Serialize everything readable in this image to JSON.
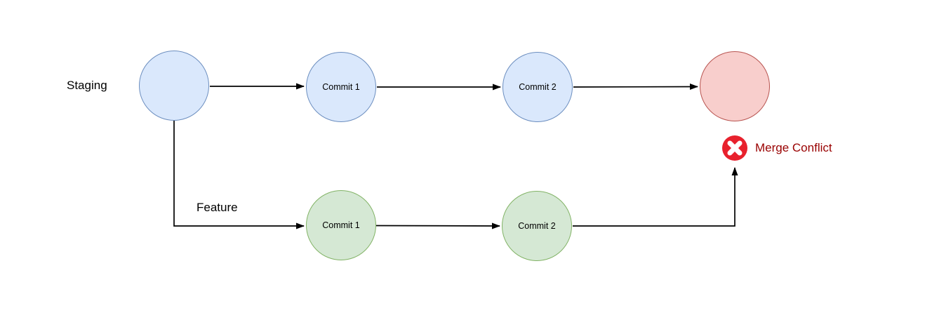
{
  "diagram": {
    "title_implicit": "Git branch merge conflict diagram",
    "branches": {
      "staging": {
        "label": "Staging",
        "nodes": [
          {
            "id": "staging-root",
            "label": ""
          },
          {
            "id": "staging-commit-1",
            "label": "Commit 1"
          },
          {
            "id": "staging-commit-2",
            "label": "Commit 2"
          },
          {
            "id": "merge-result",
            "label": ""
          }
        ]
      },
      "feature": {
        "label": "Feature",
        "nodes": [
          {
            "id": "feature-commit-1",
            "label": "Commit 1"
          },
          {
            "id": "feature-commit-2",
            "label": "Commit 2"
          }
        ]
      }
    },
    "annotation": {
      "icon": "error-cross-icon",
      "label": "Merge Conflict"
    },
    "colors": {
      "staging_node_fill": "#dae8fc",
      "staging_node_stroke": "#6c8ebf",
      "feature_node_fill": "#d5e8d4",
      "feature_node_stroke": "#82b366",
      "conflict_node_fill": "#f8cecc",
      "conflict_node_stroke": "#b85450",
      "error_icon_fill": "#e8212d",
      "annotation_text": "#990000",
      "edge_color": "#000000"
    }
  }
}
